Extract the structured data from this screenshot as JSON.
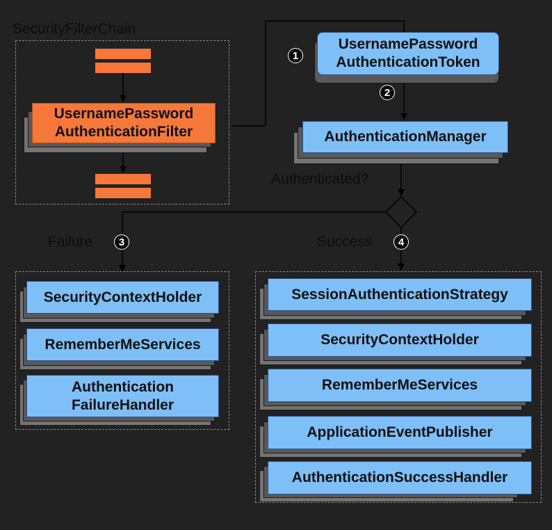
{
  "chain": {
    "title": "SecurityFilterChain",
    "filter_label": "UsernamePassword\nAuthenticationFilter"
  },
  "token_label": "UsernamePassword\nAuthenticationToken",
  "manager_label": "AuthenticationManager",
  "decision_label": "Authenticated?",
  "steps": [
    "1",
    "2",
    "3",
    "4"
  ],
  "failure": {
    "label": "Failure",
    "items": [
      "SecurityContextHolder",
      "RememberMeServices",
      "Authentication\nFailureHandler"
    ]
  },
  "success": {
    "label": "Success",
    "items": [
      "SessionAuthenticationStrategy",
      "SecurityContextHolder",
      "RememberMeServices",
      "ApplicationEventPublisher",
      "AuthenticationSuccessHandler"
    ]
  },
  "colors": {
    "background": "#222222",
    "component_blue": "#7fbff7",
    "filter_orange": "#f5783a"
  }
}
